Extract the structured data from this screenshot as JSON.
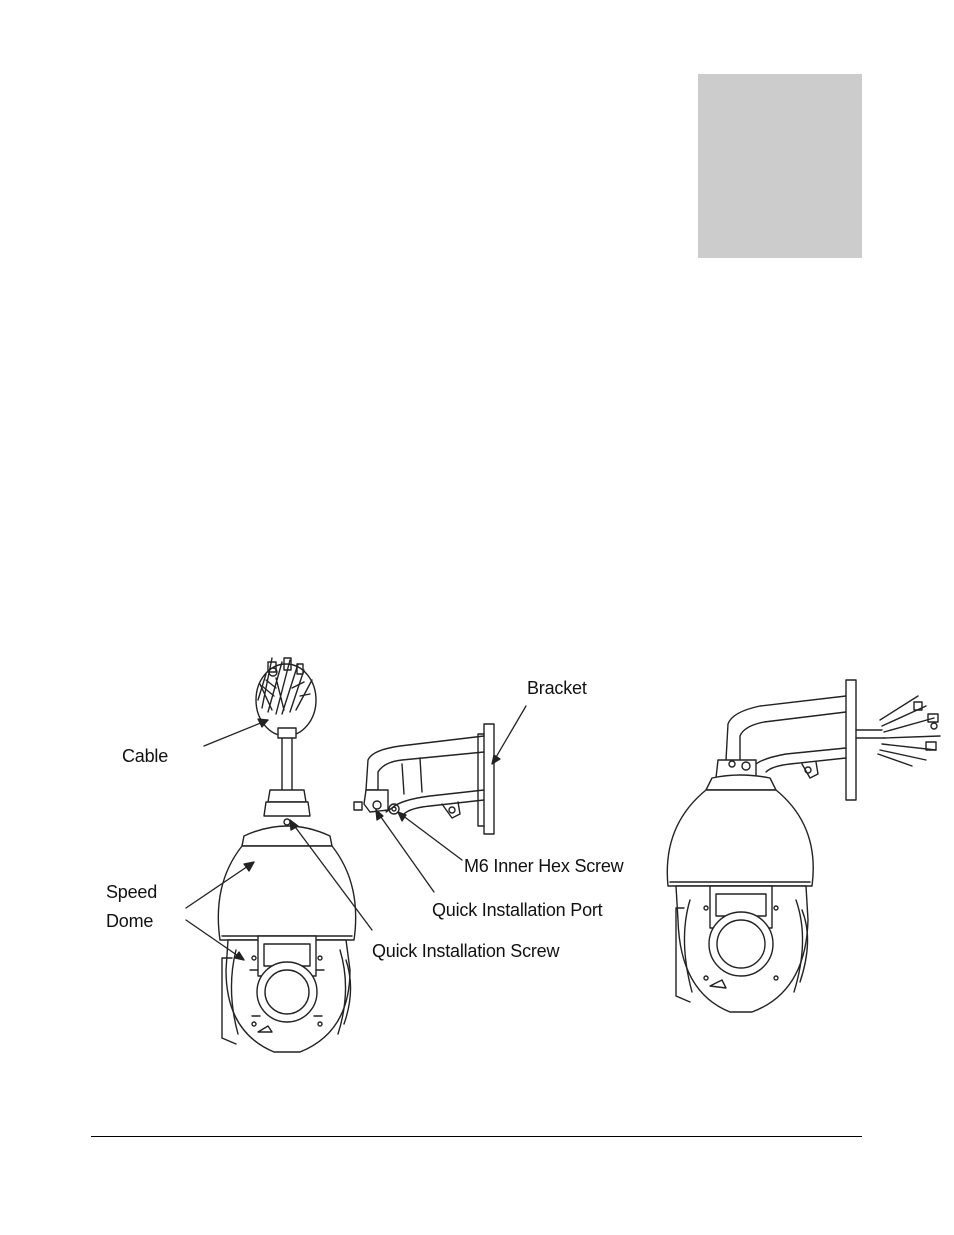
{
  "figure": {
    "callouts": {
      "cable": "Cable",
      "speed_dome_line1": "Speed",
      "speed_dome_line2": "Dome",
      "bracket": "Bracket",
      "m6_screw": "M6 Inner Hex Screw",
      "quick_port": "Quick Installation Port",
      "quick_screw": "Quick Installation Screw"
    }
  },
  "colors": {
    "tab_block": "#cccccc",
    "line_art": "#222222"
  }
}
